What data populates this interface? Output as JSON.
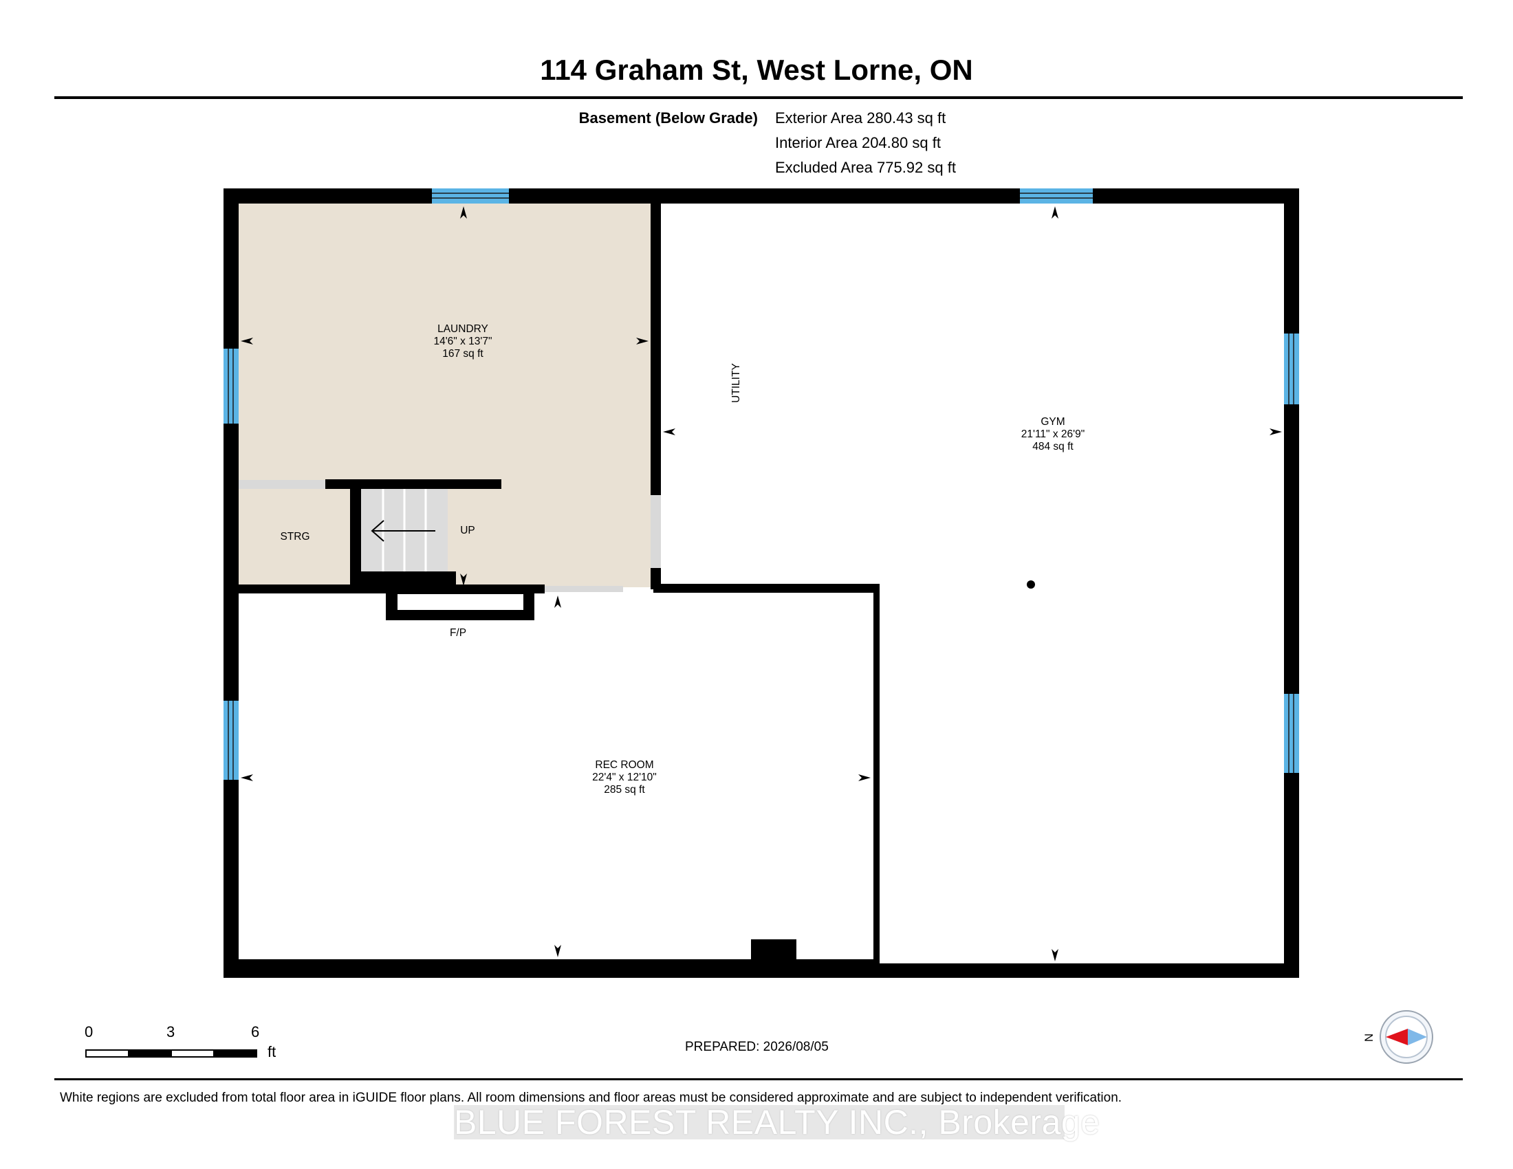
{
  "header": {
    "title": "114 Graham St, West Lorne, ON"
  },
  "summary": {
    "level_label": "Basement (Below Grade)",
    "exterior_area": "Exterior Area 280.43 sq ft",
    "interior_area": "Interior Area 204.80 sq ft",
    "excluded_area": "Excluded Area 775.92 sq ft"
  },
  "rooms": {
    "laundry": {
      "name": "LAUNDRY",
      "dims": "14'6\" x 13'7\"",
      "area": "167 sq ft"
    },
    "gym": {
      "name": "GYM",
      "dims": "21'11\" x 26'9\"",
      "area": "484 sq ft"
    },
    "rec_room": {
      "name": "REC ROOM",
      "dims": "22'4\" x 12'10\"",
      "area": "285 sq ft"
    },
    "utility": {
      "name": "UTILITY"
    },
    "storage": {
      "name": "STRG"
    },
    "stairs": {
      "label": "UP"
    },
    "fireplace": {
      "label": "F/P"
    }
  },
  "scale_bar": {
    "ticks": [
      "0",
      "3",
      "6"
    ],
    "unit": "ft"
  },
  "compass": {
    "label": "N"
  },
  "footer": {
    "prepared": "PREPARED: 2026/08/05",
    "disclaimer": "White regions are excluded from total floor area in iGUIDE floor plans. All room dimensions and floor areas must be considered approximate and are subject to independent verification.",
    "brokerage": "BLUE FOREST REALTY INC., Brokerage"
  },
  "colors": {
    "wall": "#000000",
    "included_floor": "#e9e1d4",
    "window": "#5bb4e5",
    "door_opening": "#d9d9d9",
    "compass_arrow": "#e0121b"
  }
}
